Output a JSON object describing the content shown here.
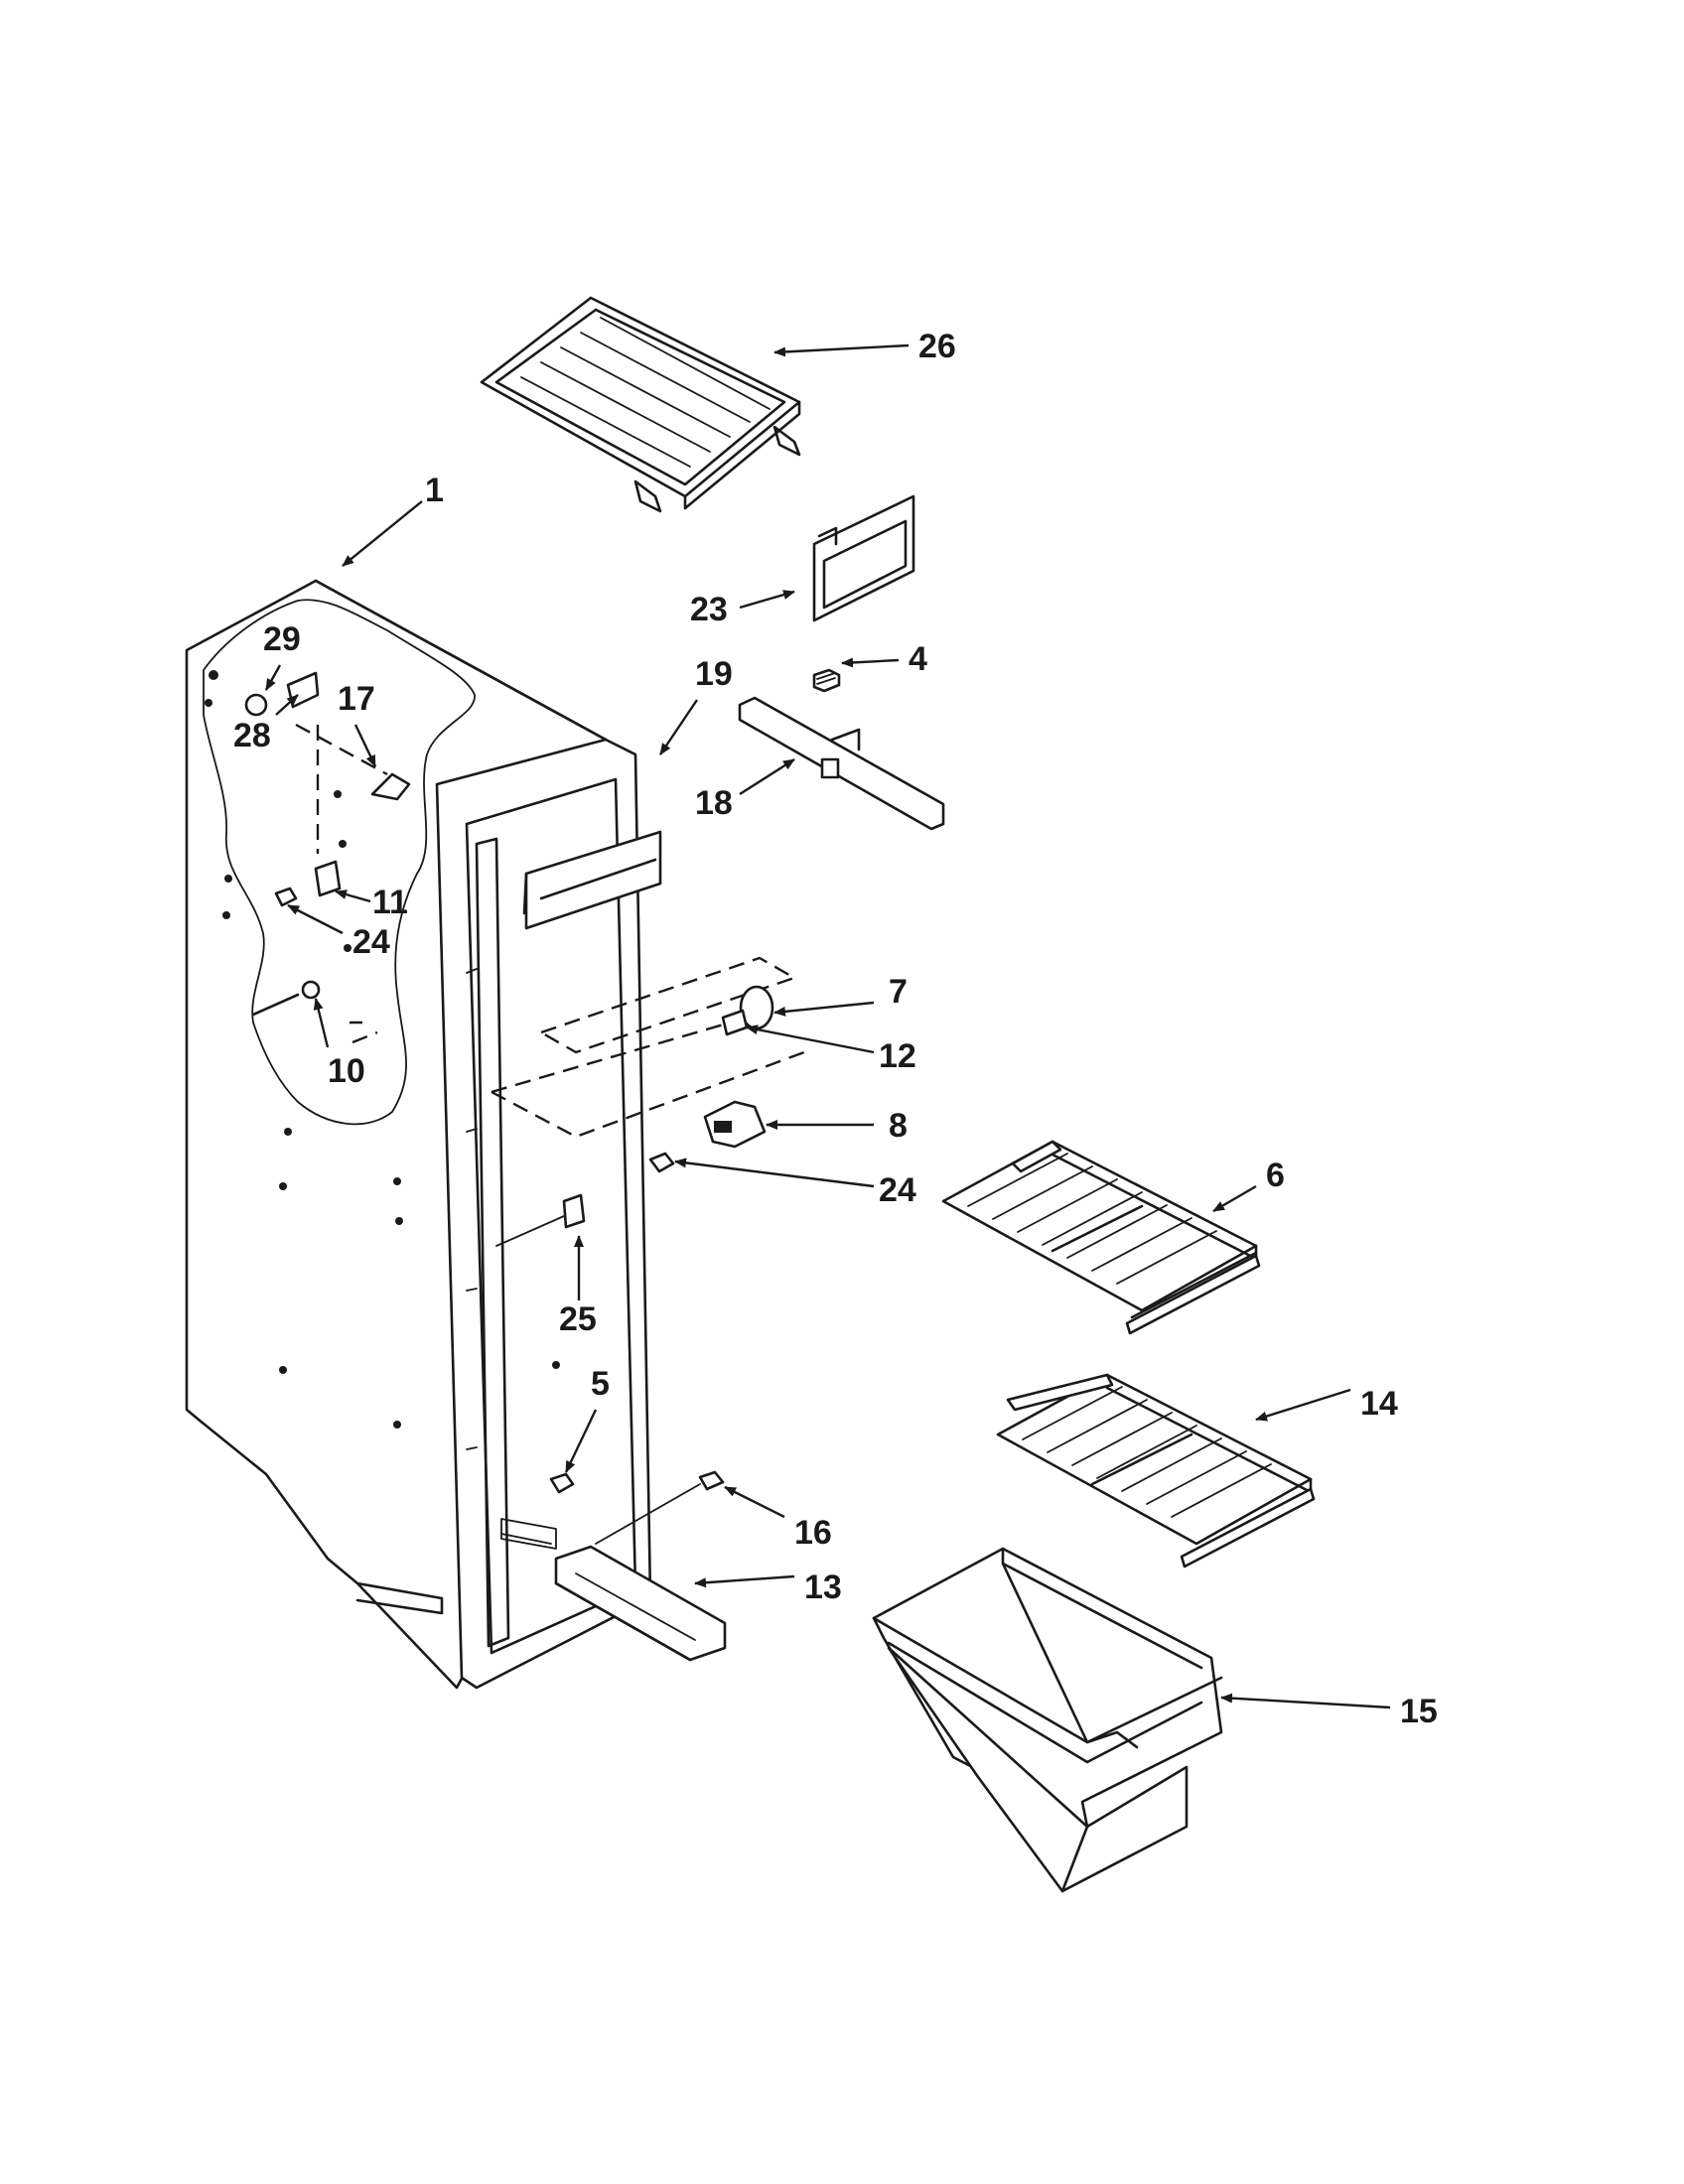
{
  "diagram": {
    "callouts": [
      {
        "id": "c26",
        "label": "26"
      },
      {
        "id": "c1",
        "label": "1"
      },
      {
        "id": "c23",
        "label": "23"
      },
      {
        "id": "c4",
        "label": "4"
      },
      {
        "id": "c29",
        "label": "29"
      },
      {
        "id": "c19",
        "label": "19"
      },
      {
        "id": "c28",
        "label": "28"
      },
      {
        "id": "c17",
        "label": "17"
      },
      {
        "id": "c18",
        "label": "18"
      },
      {
        "id": "c11",
        "label": "11"
      },
      {
        "id": "c24a",
        "label": "24"
      },
      {
        "id": "c7",
        "label": "7"
      },
      {
        "id": "c12",
        "label": "12"
      },
      {
        "id": "c10",
        "label": "10"
      },
      {
        "id": "c8",
        "label": "8"
      },
      {
        "id": "c6",
        "label": "6"
      },
      {
        "id": "c24b",
        "label": "24"
      },
      {
        "id": "c25",
        "label": "25"
      },
      {
        "id": "c5",
        "label": "5"
      },
      {
        "id": "c14",
        "label": "14"
      },
      {
        "id": "c16",
        "label": "16"
      },
      {
        "id": "c13",
        "label": "13"
      },
      {
        "id": "c15",
        "label": "15"
      }
    ]
  }
}
